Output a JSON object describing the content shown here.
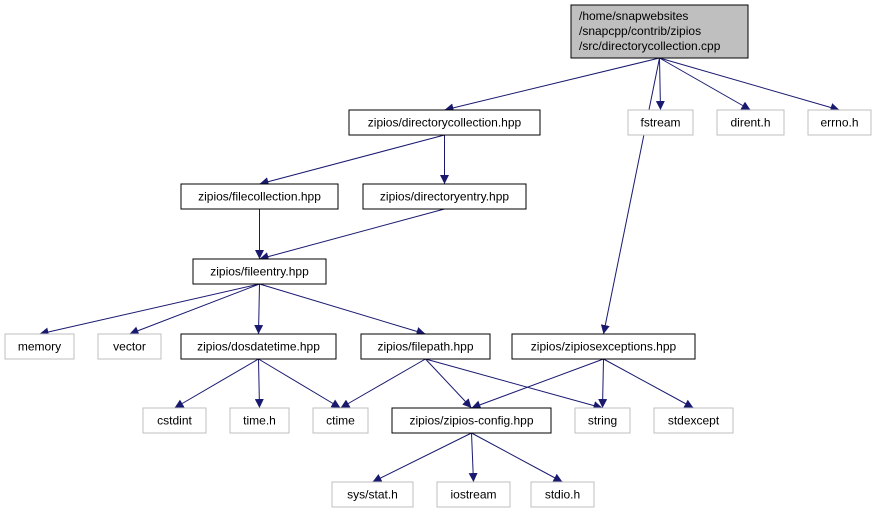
{
  "graph": {
    "colors": {
      "edge": "#191970",
      "root_fill": "#bfbfbf",
      "project_border": "#000000",
      "system_border": "#bfbfbf"
    },
    "nodes": [
      {
        "id": "root",
        "kind": "root",
        "lines": [
          "/home/snapwebsites",
          "/snapcpp/contrib/zipios",
          "/src/directorycollection.cpp"
        ]
      },
      {
        "id": "dircoll",
        "kind": "project",
        "lines": [
          "zipios/directorycollection.hpp"
        ]
      },
      {
        "id": "fstream",
        "kind": "system",
        "lines": [
          "fstream"
        ]
      },
      {
        "id": "dirent",
        "kind": "system",
        "lines": [
          "dirent.h"
        ]
      },
      {
        "id": "errno",
        "kind": "system",
        "lines": [
          "errno.h"
        ]
      },
      {
        "id": "filecoll",
        "kind": "project",
        "lines": [
          "zipios/filecollection.hpp"
        ]
      },
      {
        "id": "direntry",
        "kind": "project",
        "lines": [
          "zipios/directoryentry.hpp"
        ]
      },
      {
        "id": "fileentry",
        "kind": "project",
        "lines": [
          "zipios/fileentry.hpp"
        ]
      },
      {
        "id": "memory",
        "kind": "system",
        "lines": [
          "memory"
        ]
      },
      {
        "id": "vector",
        "kind": "system",
        "lines": [
          "vector"
        ]
      },
      {
        "id": "dosdt",
        "kind": "project",
        "lines": [
          "zipios/dosdatetime.hpp"
        ]
      },
      {
        "id": "filepath",
        "kind": "project",
        "lines": [
          "zipios/filepath.hpp"
        ]
      },
      {
        "id": "zipexc",
        "kind": "project",
        "lines": [
          "zipios/zipiosexceptions.hpp"
        ]
      },
      {
        "id": "cstdint",
        "kind": "system",
        "lines": [
          "cstdint"
        ]
      },
      {
        "id": "timeh",
        "kind": "system",
        "lines": [
          "time.h"
        ]
      },
      {
        "id": "ctime",
        "kind": "system",
        "lines": [
          "ctime"
        ]
      },
      {
        "id": "zipcfg",
        "kind": "project",
        "lines": [
          "zipios/zipios-config.hpp"
        ]
      },
      {
        "id": "string",
        "kind": "system",
        "lines": [
          "string"
        ]
      },
      {
        "id": "stdexcept",
        "kind": "system",
        "lines": [
          "stdexcept"
        ]
      },
      {
        "id": "sysstat",
        "kind": "system",
        "lines": [
          "sys/stat.h"
        ]
      },
      {
        "id": "iostream",
        "kind": "system",
        "lines": [
          "iostream"
        ]
      },
      {
        "id": "stdioh",
        "kind": "system",
        "lines": [
          "stdio.h"
        ]
      }
    ],
    "edges": [
      [
        "root",
        "dircoll"
      ],
      [
        "root",
        "fstream"
      ],
      [
        "root",
        "dirent"
      ],
      [
        "root",
        "errno"
      ],
      [
        "root",
        "zipexc"
      ],
      [
        "dircoll",
        "filecoll"
      ],
      [
        "dircoll",
        "direntry"
      ],
      [
        "filecoll",
        "fileentry"
      ],
      [
        "direntry",
        "fileentry"
      ],
      [
        "fileentry",
        "memory"
      ],
      [
        "fileentry",
        "vector"
      ],
      [
        "fileentry",
        "dosdt"
      ],
      [
        "fileentry",
        "filepath"
      ],
      [
        "dosdt",
        "cstdint"
      ],
      [
        "dosdt",
        "timeh"
      ],
      [
        "dosdt",
        "ctime"
      ],
      [
        "filepath",
        "ctime"
      ],
      [
        "filepath",
        "zipcfg"
      ],
      [
        "filepath",
        "string"
      ],
      [
        "zipexc",
        "zipcfg"
      ],
      [
        "zipexc",
        "string"
      ],
      [
        "zipexc",
        "stdexcept"
      ],
      [
        "zipcfg",
        "sysstat"
      ],
      [
        "zipcfg",
        "iostream"
      ],
      [
        "zipcfg",
        "stdioh"
      ]
    ]
  }
}
